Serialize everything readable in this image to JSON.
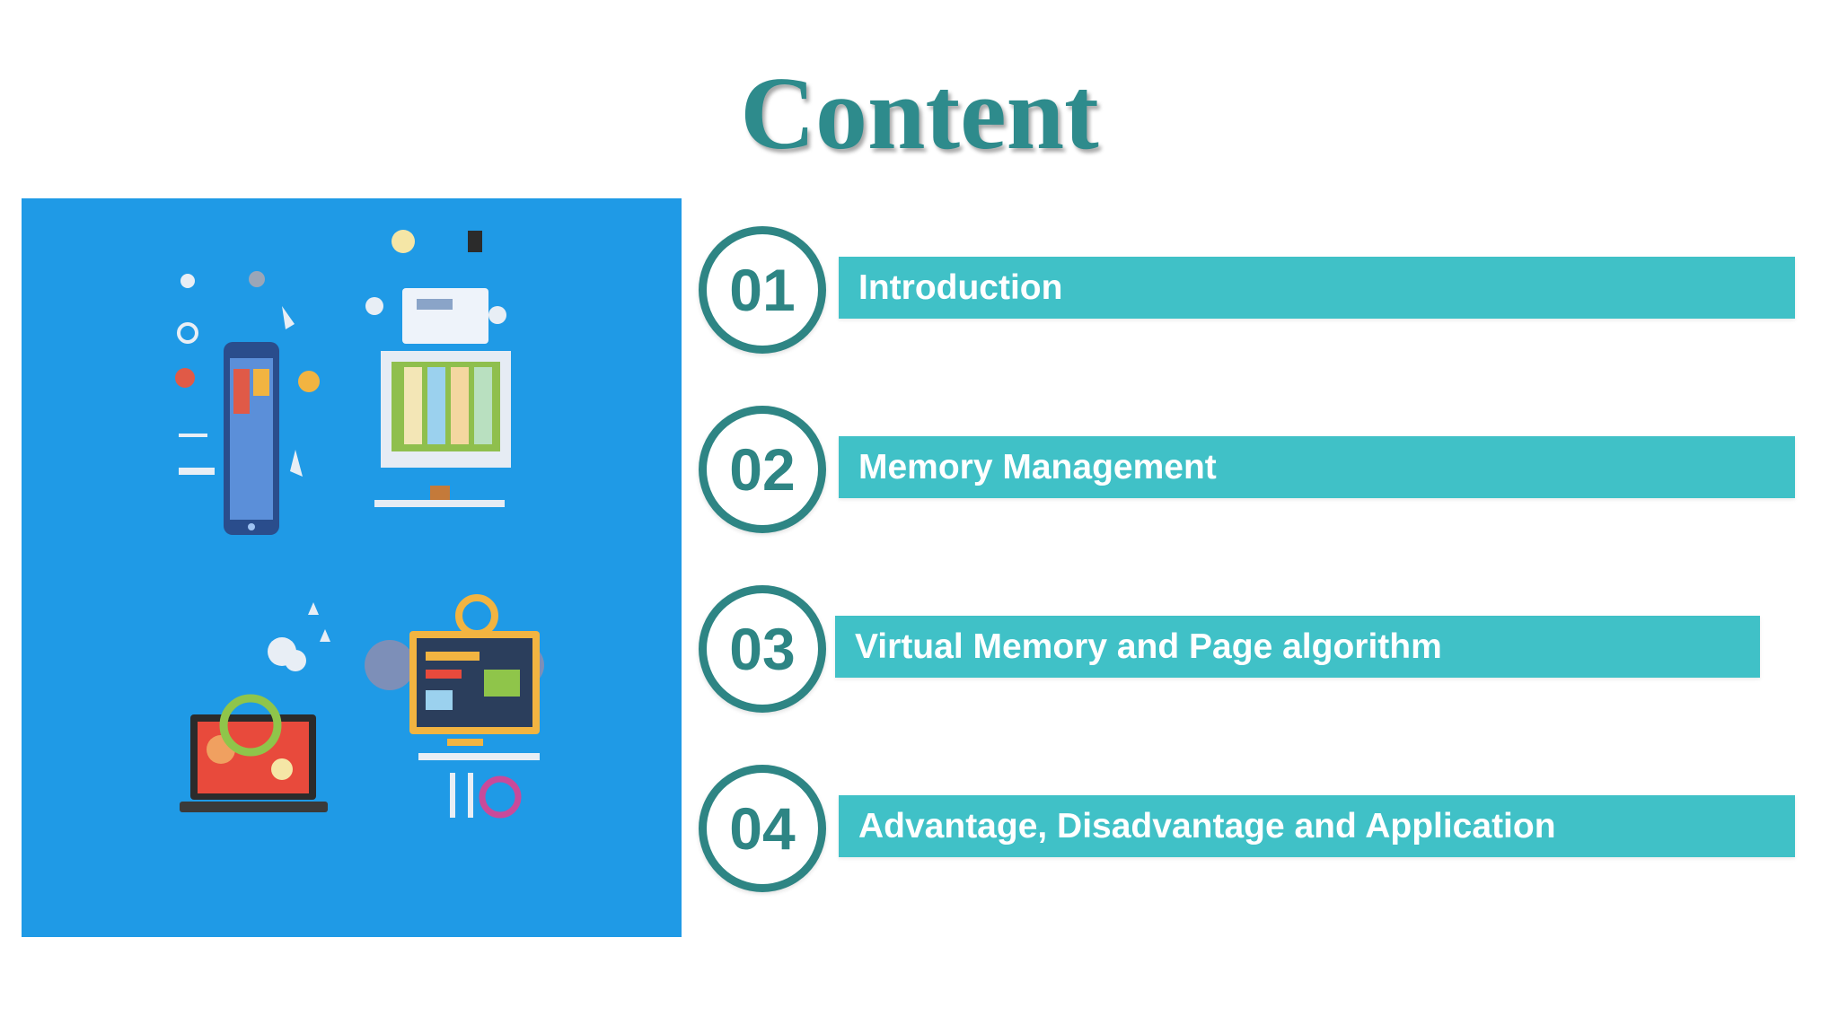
{
  "title": "Content",
  "colors": {
    "title": "#2e8b8c",
    "ring": "#2e8584",
    "bar": "#40c1c7",
    "panel": "#1f9ae6"
  },
  "illustration": {
    "icons": [
      "smartphone-icon",
      "desktop-monitor-icon",
      "laptop-gear-icon",
      "monitor-tools-icon"
    ]
  },
  "items": [
    {
      "number": "01",
      "label": "Introduction"
    },
    {
      "number": "02",
      "label": "Memory Management"
    },
    {
      "number": "03",
      "label": "Virtual Memory and Page algorithm"
    },
    {
      "number": "04",
      "label": "Advantage, Disadvantage and Application"
    }
  ]
}
